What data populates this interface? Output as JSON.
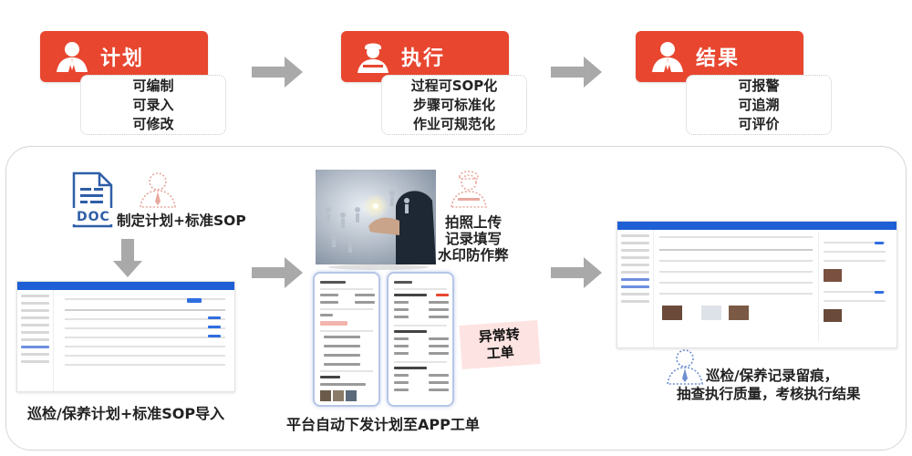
{
  "columns": [
    {
      "title": "计划",
      "items": [
        "可编制",
        "可录入",
        "可修改"
      ]
    },
    {
      "title": "执行",
      "items": [
        "过程可SOP化",
        "步骤可标准化",
        "作业可规范化"
      ]
    },
    {
      "title": "结果",
      "items": [
        "可报警",
        "可追溯",
        "可评价"
      ]
    }
  ],
  "bottom": {
    "doc_label": "DOC",
    "sop_caption": "制定计划+标准SOP",
    "import_caption": "巡检/保养计划+标准SOP导入",
    "photo_caption": [
      "拍照上传",
      "记录填写",
      "水印防作弊"
    ],
    "app_caption": "平台自动下发计划至APP工单",
    "abnormal_tag": [
      "异常转",
      "工单"
    ],
    "result_caption": [
      "巡检/保养记录留痕，",
      "抽查执行质量，考核执行结果"
    ]
  },
  "colors": {
    "accent": "#e8462f",
    "arrow": "#a9a9a9",
    "brand_blue": "#1f5fd6"
  }
}
